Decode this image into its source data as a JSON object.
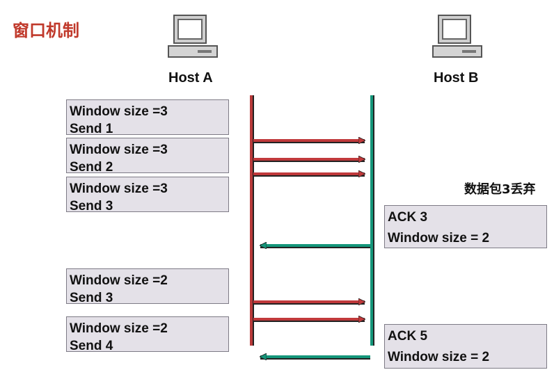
{
  "title": "窗口机制",
  "host_a": {
    "label": "Host A"
  },
  "host_b": {
    "label": "Host B"
  },
  "left_boxes": [
    {
      "line1": "Window size =3",
      "line2": "Send 1"
    },
    {
      "line1": "Window size =3",
      "line2": "Send 2"
    },
    {
      "line1": "Window size =3",
      "line2": "Send 3"
    },
    {
      "line1": "Window size =2",
      "line2": "Send 3"
    },
    {
      "line1": "Window size =2",
      "line2": "Send 4"
    }
  ],
  "right_boxes": [
    {
      "line1": "ACK 3",
      "line2": "Window size = 2"
    },
    {
      "line1": "ACK 5",
      "line2": "Window size = 2"
    }
  ],
  "note": "数据包3丢弃",
  "colors": {
    "title": "#c0392b",
    "host_a_line": "#b83a3a",
    "host_b_line": "#14967a",
    "send_arrow": "#c0393b",
    "ack_arrow": "#14967a"
  },
  "icons": {
    "host_a": "computer-icon",
    "host_b": "computer-icon"
  }
}
